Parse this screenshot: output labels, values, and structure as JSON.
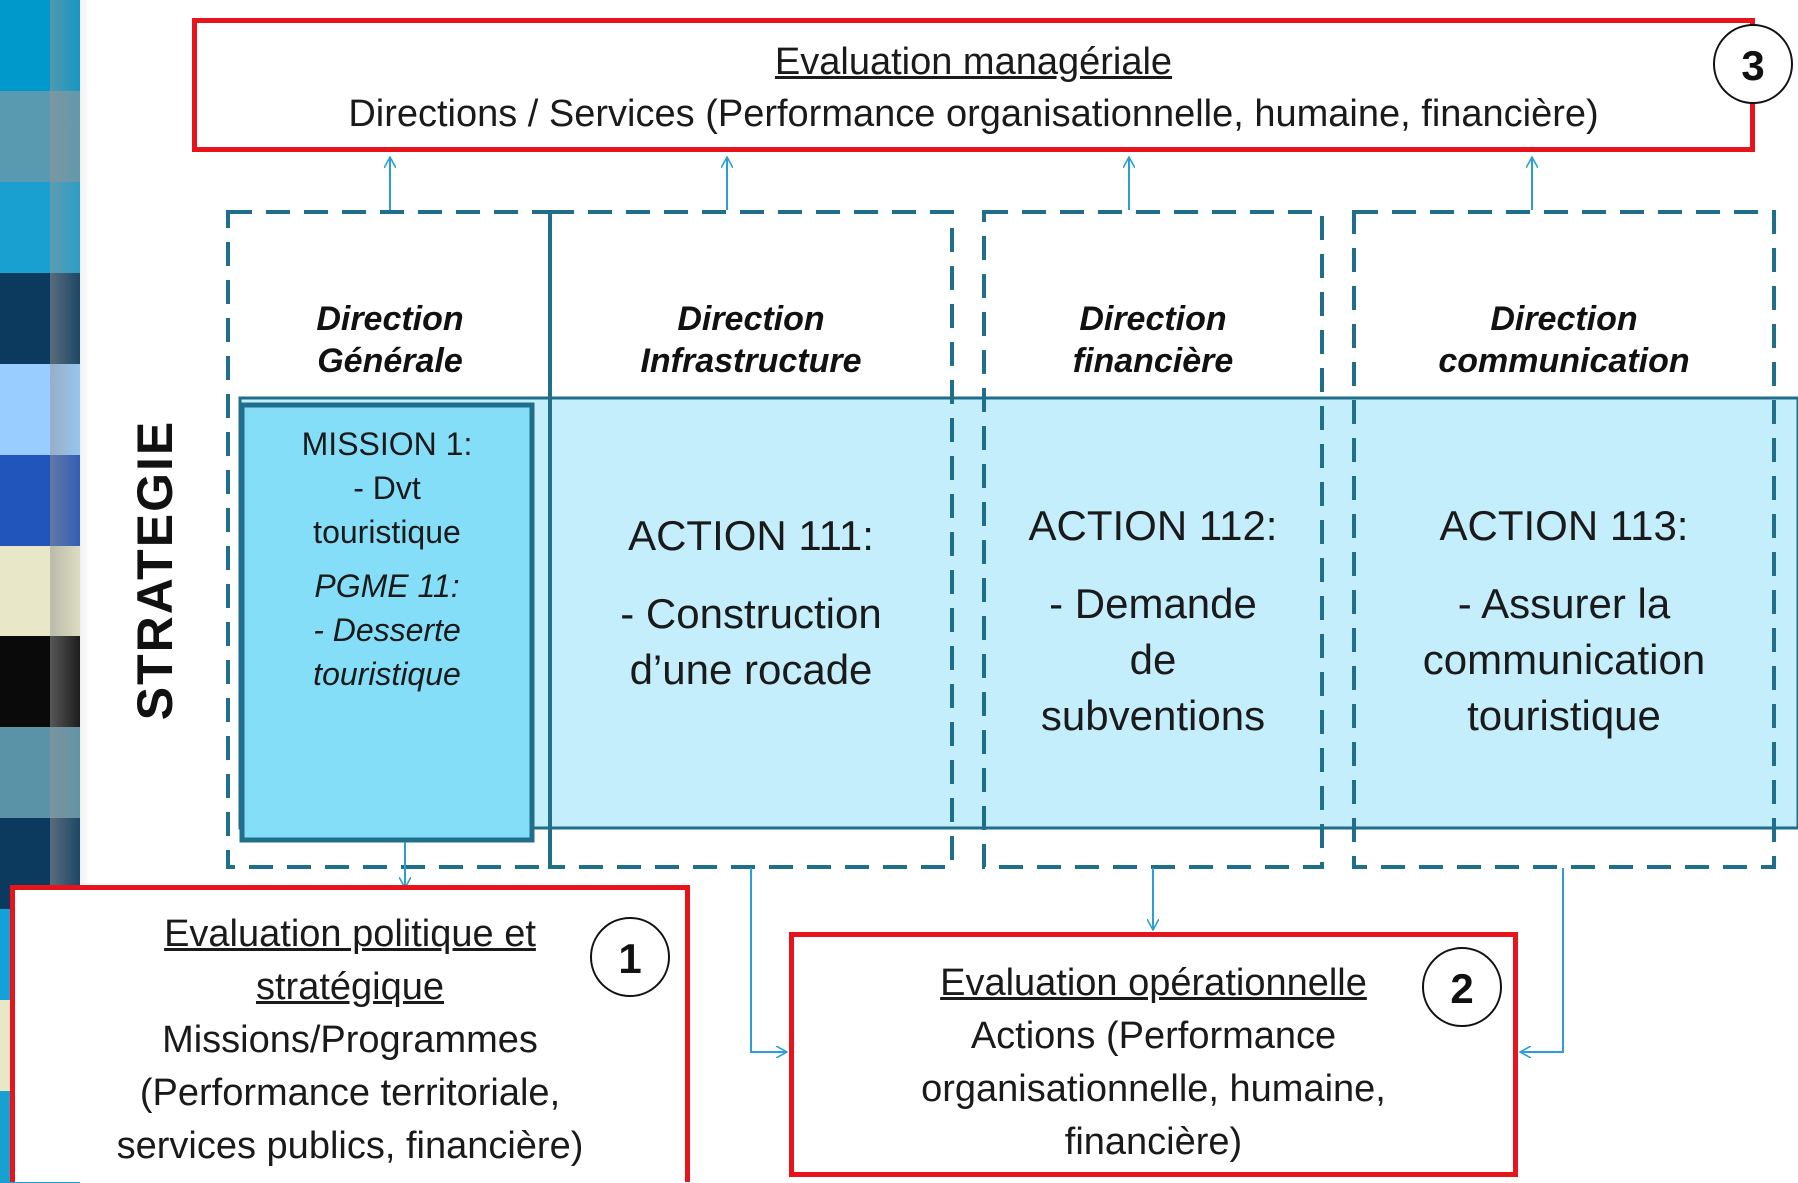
{
  "sidebar_decoration": {
    "colors": [
      "#0099cc",
      "#5a9ab0",
      "#1aa0d0",
      "#0b3a5e",
      "#99ccff",
      "#2255bb",
      "#e8e8c8",
      "#0a0a0a",
      "#5a93a8",
      "#0b3a5e",
      "#14a0d8",
      "#e8e8c8",
      "#1aa0d0"
    ]
  },
  "side_label": "STRATEGIE",
  "evaluations": {
    "managerial": {
      "number": "3",
      "title": "Evaluation managériale",
      "subtitle": "Directions / Services (Performance organisationnelle, humaine, financière)"
    },
    "political": {
      "number": "1",
      "title_line1": "Evaluation politique et",
      "title_line2": "stratégique",
      "line1": "Missions/Programmes",
      "line2": "(Performance territoriale,",
      "line3": "services publics, financière)"
    },
    "operational": {
      "number": "2",
      "title": "Evaluation opérationnelle",
      "line1": "Actions (Performance",
      "line2": "organisationnelle, humaine,",
      "line3": "financière)"
    }
  },
  "directions": [
    {
      "line1": "Direction",
      "line2": "Générale"
    },
    {
      "line1": "Direction",
      "line2": "Infrastructure"
    },
    {
      "line1": "Direction",
      "line2": "financière"
    },
    {
      "line1": "Direction",
      "line2": "communication"
    }
  ],
  "mission": {
    "line1": "MISSION 1:",
    "line2": "- Dvt",
    "line3": "touristique",
    "pgme1": "PGME 11:",
    "pgme2": "- Desserte",
    "pgme3": "touristique"
  },
  "actions": [
    {
      "title": "ACTION 111:",
      "line1": "- Construction",
      "line2": "d’une rocade",
      "line3": ""
    },
    {
      "title": "ACTION 112:",
      "line1": "-  Demande",
      "line2": "de",
      "line3": "subventions"
    },
    {
      "title": "ACTION 113:",
      "line1": "- Assurer la",
      "line2": "communication",
      "line3": "touristique"
    }
  ],
  "colors": {
    "accent_red": "#e8141c",
    "dashed_blue": "#1f6f8b",
    "band_light": "#c4eefb",
    "mission_box": "#85def8",
    "arrow_blue": "#2a9fd6"
  }
}
